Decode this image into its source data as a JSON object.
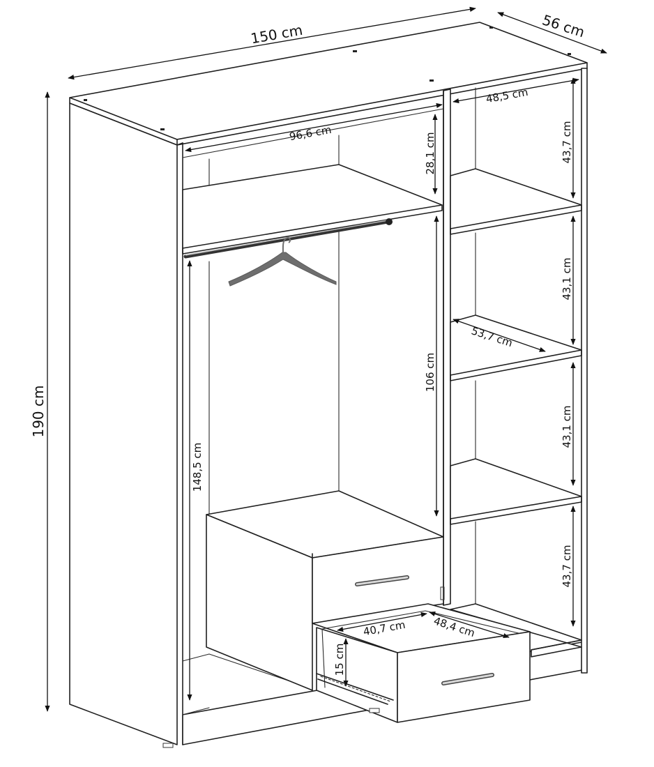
{
  "dimensions": {
    "overall_width": "150 cm",
    "overall_depth": "56 cm",
    "overall_height": "190 cm",
    "inner_width_left": "96,6 cm",
    "top_compartment_height": "28,1 cm",
    "hanging_height": "106 cm",
    "left_full_height": "148,5 cm",
    "right_shelf_width": "48,5 cm",
    "right_top_height": "43,7 cm",
    "right_second_height": "43,1 cm",
    "right_shelf_depth": "53,7 cm",
    "right_third_height": "43,1 cm",
    "right_bottom_height": "43,7 cm",
    "drawer_width": "40,7 cm",
    "drawer_depth": "48,4 cm",
    "drawer_height": "15 cm"
  },
  "colors": {
    "line": "#1f1f1f",
    "hanger": "#6e6e6e",
    "background": "#ffffff"
  }
}
